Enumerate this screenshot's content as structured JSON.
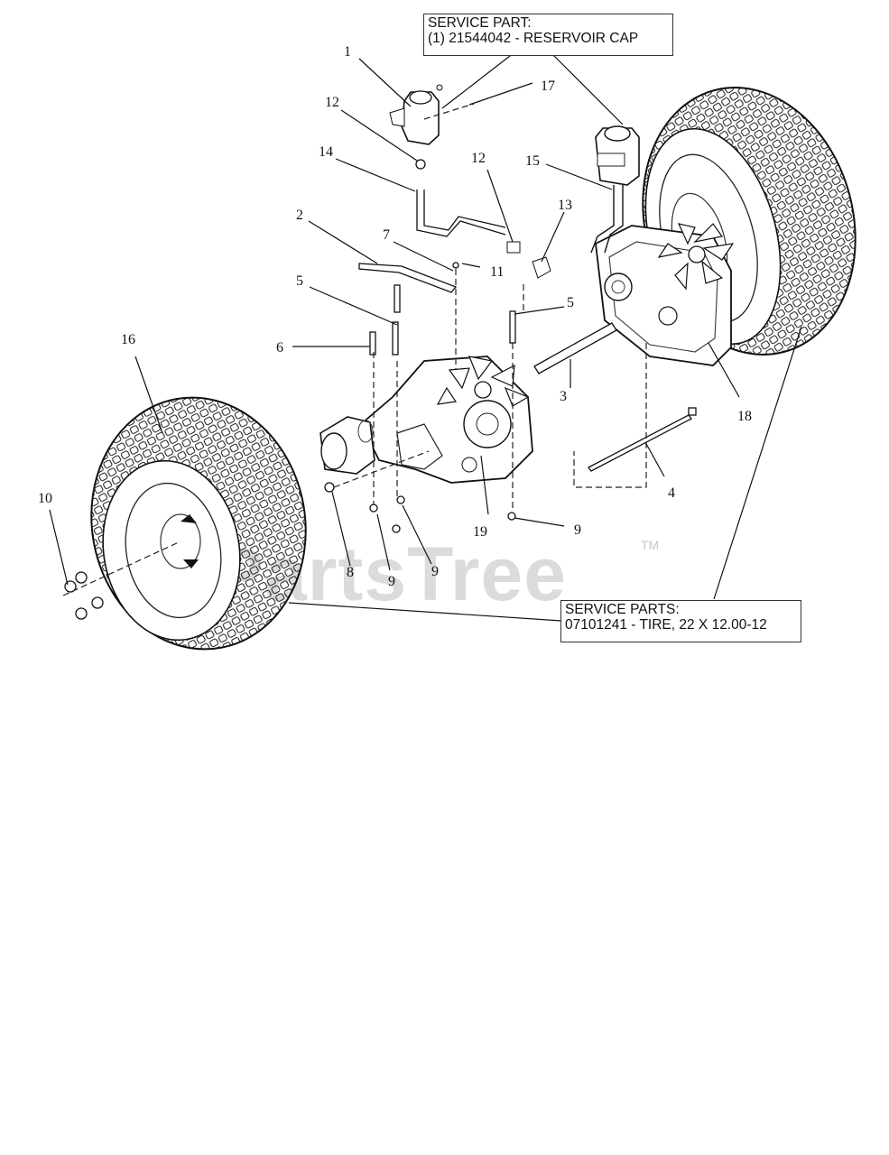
{
  "watermark": {
    "text": "PartsTree",
    "tm": "TM"
  },
  "service_boxes": {
    "reservoir_cap": {
      "line1": "SERVICE PART:",
      "line2": "(1) 21544042 - RESERVOIR CAP"
    },
    "tire": {
      "line1": "SERVICE PARTS:",
      "line2": "07101241 - TIRE, 22 X 12.00-12"
    }
  },
  "callouts": {
    "c1": "1",
    "c2": "2",
    "c3": "3",
    "c4": "4",
    "c5a": "5",
    "c5b": "5",
    "c6": "6",
    "c7": "7",
    "c8": "8",
    "c9a": "9",
    "c9b": "9",
    "c9c": "9",
    "c10": "10",
    "c11": "11",
    "c12a": "12",
    "c12b": "12",
    "c13": "13",
    "c14": "14",
    "c15": "15",
    "c16": "16",
    "c17": "17",
    "c18": "18",
    "c19": "19"
  }
}
